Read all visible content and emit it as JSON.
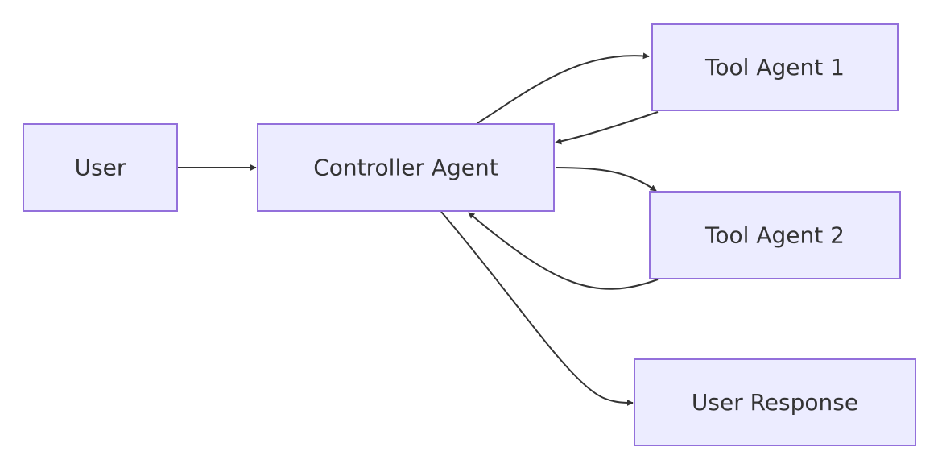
{
  "colors": {
    "node_fill": "#ececff",
    "node_stroke": "#9370db",
    "text": "#333333",
    "edge": "#333333"
  },
  "nodes": {
    "user": {
      "label": "User"
    },
    "controller": {
      "label": "Controller Agent"
    },
    "tool1": {
      "label": "Tool Agent 1"
    },
    "tool2": {
      "label": "Tool Agent 2"
    },
    "response": {
      "label": "User Response"
    }
  },
  "edges": [
    {
      "from": "user",
      "to": "controller"
    },
    {
      "from": "controller",
      "to": "tool1"
    },
    {
      "from": "tool1",
      "to": "controller"
    },
    {
      "from": "controller",
      "to": "tool2"
    },
    {
      "from": "tool2",
      "to": "controller"
    },
    {
      "from": "controller",
      "to": "response"
    }
  ]
}
